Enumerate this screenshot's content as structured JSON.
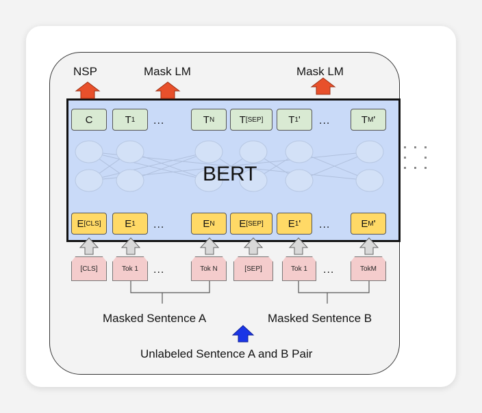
{
  "outputs": {
    "nsp": "NSP",
    "mask_lm_1": "Mask LM",
    "mask_lm_2": "Mask LM"
  },
  "model": {
    "title": "BERT"
  },
  "output_tokens": [
    {
      "main": "C",
      "sub": ""
    },
    {
      "main": "T",
      "sub": "1"
    },
    {
      "main": "T",
      "sub": "N"
    },
    {
      "main": "T",
      "sub": "[SEP]"
    },
    {
      "main": "T",
      "sub": "1",
      "prime": "'"
    },
    {
      "main": "T",
      "sub": "M",
      "prime": "'"
    }
  ],
  "embeddings": [
    {
      "main": "E",
      "sub": "[CLS]"
    },
    {
      "main": "E",
      "sub": "1"
    },
    {
      "main": "E",
      "sub": "N"
    },
    {
      "main": "E",
      "sub": "[SEP]"
    },
    {
      "main": "E",
      "sub": "1",
      "prime": "'"
    },
    {
      "main": "E",
      "sub": "M",
      "prime": "'"
    }
  ],
  "input_tokens": [
    "[CLS]",
    "Tok 1",
    "Tok N",
    "[SEP]",
    "Tok 1",
    "TokM"
  ],
  "ellipsis": "...",
  "sentences": {
    "a": "Masked Sentence A",
    "b": "Masked Sentence B",
    "pair": "Unlabeled Sentence A and B Pair"
  },
  "colors": {
    "bert_fill": "#c9daf8",
    "output_token": "#d9ead3",
    "embedding": "#ffd966",
    "input_token": "#f4cccc",
    "red_arrow": "#e8502b",
    "blue_arrow": "#1a35e6"
  }
}
